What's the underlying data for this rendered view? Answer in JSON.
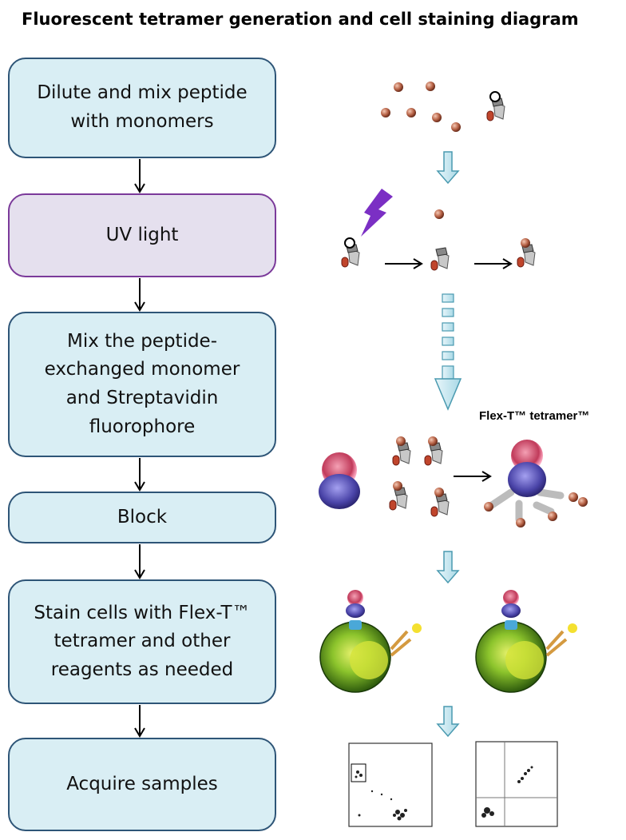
{
  "title": "Fluorescent tetramer generation and cell staining diagram",
  "steps": [
    {
      "label": "Dilute and mix peptide with monomers"
    },
    {
      "label": "UV light"
    },
    {
      "label": "Mix the peptide-exchanged monomer and Streptavidin fluorophore"
    },
    {
      "label": "Block"
    },
    {
      "label": "Stain cells with Flex-T™ tetramer and other reagents as needed"
    },
    {
      "label": "Acquire samples"
    }
  ],
  "tetramer_label": "Flex-T™ tetramer™",
  "colors": {
    "step_fill": "#d9eef4",
    "step_border": "#2e5577",
    "uv_fill": "#e5e0ee",
    "uv_border": "#7b3a9a",
    "bolt": "#7b2fc4",
    "peptide": "#b46a4a",
    "streptavidin_cap": "#e0607a",
    "streptavidin_body": "#5a55b8",
    "cell": "#6aaa20",
    "down_arrow": "#bfe3ec"
  }
}
